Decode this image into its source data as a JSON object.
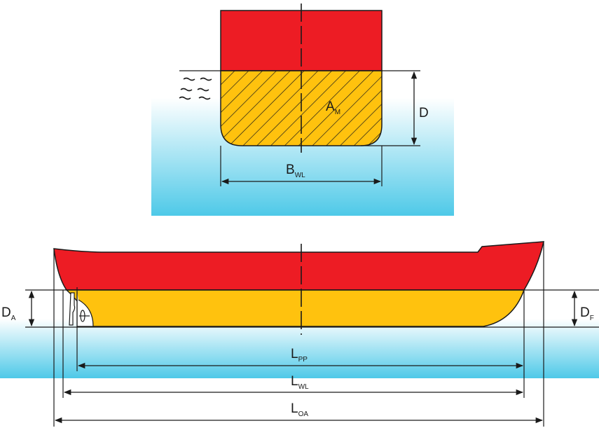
{
  "colors": {
    "hull_above_water": "#ed1c24",
    "hull_below_water": "#ffc20e",
    "water_top": "#ffffff",
    "water_bottom": "#4ec9e8",
    "line": "#1a1a1a"
  },
  "cross_section": {
    "area_label": {
      "main": "A",
      "sub": "M"
    },
    "depth_label": "D",
    "breadth_label": {
      "main": "B",
      "sub": "WL"
    },
    "wave_icon": "wave-icon"
  },
  "profile": {
    "draught_aft": {
      "main": "D",
      "sub": "A"
    },
    "draught_fore": {
      "main": "D",
      "sub": "F"
    },
    "length_pp": {
      "main": "L",
      "sub": "PP"
    },
    "length_wl": {
      "main": "L",
      "sub": "WL"
    },
    "length_oa": {
      "main": "L",
      "sub": "OA"
    },
    "rudder_icon": "rudder-icon",
    "propeller_icon": "propeller-icon"
  }
}
